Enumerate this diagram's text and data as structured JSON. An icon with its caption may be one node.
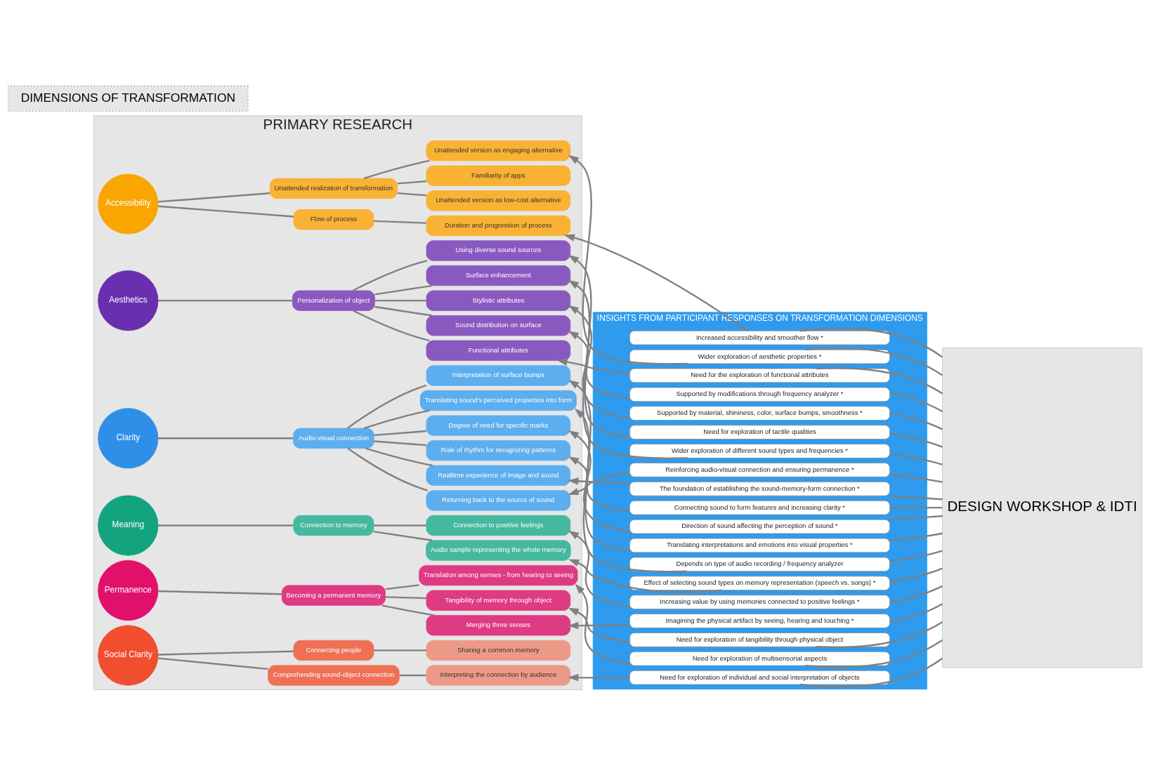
{
  "diagram": {
    "nodes": [
      {
        "text": [
          "PRIMARY RESEARCH"
        ]
      },
      {
        "text": [
          "DIMENSIONS OF TRANSFORMATION"
        ]
      },
      {
        "text": [
          "Accessibility"
        ],
        "in": 0
      },
      {
        "text": [
          "Flow of process"
        ],
        "in": 0
      },
      {
        "text": [
          "Unattended realization of transformation"
        ],
        "in": 0
      },
      {
        "text": [
          "Duration and progression of process"
        ],
        "in": 0
      },
      {
        "text": [
          "Unattended version as low-cost alternative"
        ],
        "in": 0
      },
      {
        "text": [
          "Familiarity of apps"
        ],
        "in": 0
      },
      {
        "text": [
          "Unattended version as engaging alternative"
        ],
        "in": 0
      },
      {
        "text": [
          "Aesthetics"
        ],
        "in": 0
      },
      {
        "text": [
          "Personalization of object"
        ],
        "in": 0
      },
      {
        "text": [
          "Functional attributes"
        ],
        "in": 0
      },
      {
        "text": [
          "Sound distribution on surface"
        ],
        "in": 0
      },
      {
        "text": [
          "Stylistic attributes"
        ],
        "in": 0
      },
      {
        "text": [
          "Surface enhancement"
        ],
        "in": 0
      },
      {
        "text": [
          "Using diverse sound sources"
        ],
        "in": 0
      },
      {
        "text": [
          "Clarity"
        ],
        "in": 0
      },
      {
        "text": [
          "Audio-visual connection"
        ],
        "in": 0
      },
      {
        "text": [
          "Returning back to the source of sound"
        ],
        "in": 0
      },
      {
        "text": [
          "Realtime experience of image and sound"
        ],
        "in": 0
      },
      {
        "text": [
          "Role of rhythm for recognizing patterns"
        ],
        "in": 0
      },
      {
        "text": [
          "Degree of need for specific marks"
        ],
        "in": 0
      },
      {
        "text": [
          "Translating sound's perceived properties into form"
        ],
        "in": 0
      },
      {
        "text": [
          "Interpretation of surface bumps"
        ],
        "in": 0
      },
      {
        "text": [
          "Meaning"
        ],
        "in": 0
      },
      {
        "text": [
          "Connection to memory"
        ],
        "in": 0
      },
      {
        "text": [
          "Audio sample representing the whole memory"
        ],
        "in": 0
      },
      {
        "text": [
          "Connection to positive feelings"
        ],
        "in": 0
      },
      {
        "text": [
          "Permanence"
        ],
        "in": 0
      },
      {
        "text": [
          "Becoming a permanent memory"
        ],
        "in": 0
      },
      {
        "text": [
          "Merging three senses"
        ],
        "in": 0
      },
      {
        "text": [
          "Tangibility of memory through object"
        ],
        "in": 0
      },
      {
        "text": [
          "Translation among senses - from hearing to seeing"
        ],
        "in": 0
      },
      {
        "text": [
          "Social Clarity"
        ],
        "in": 0
      },
      {
        "text": [
          "Comprehending sound-object connection"
        ],
        "in": 0
      },
      {
        "text": [
          "Connecting people"
        ],
        "in": 0
      },
      {
        "text": [
          "Interpreting the connection by audience"
        ],
        "in": 0
      },
      {
        "text": [
          "Sharing a common memory"
        ],
        "in": 0
      },
      {
        "text": [
          "INSIGHTS FROM PARTICIPANT RESPONSES ON TRANSFORMATION DIMENSIONS"
        ]
      },
      {
        "text": [
          "Increased accessibility and smoother flow *"
        ],
        "in": 38
      },
      {
        "text": [
          "Wider exploration of aesthetic properties *"
        ],
        "in": 38
      },
      {
        "text": [
          "Need for the exploration of functional attributes"
        ],
        "in": 38
      },
      {
        "text": [
          "Supported by modifications through frequency analyzer *"
        ],
        "in": 38
      },
      {
        "text": [
          "Supported by material, shininess, color, surface bumps, smoothness *"
        ],
        "in": 38
      },
      {
        "text": [
          "Need for exploration of tactile qualities"
        ],
        "in": 38
      },
      {
        "text": [
          "Wider exploration of different sound types and frequencies *"
        ],
        "in": 38
      },
      {
        "text": [
          "Reinforcing audio-visual connection and ensuring permanence *"
        ],
        "in": 38
      },
      {
        "text": [
          "The foundation of establishing the sound-memory-form connection *"
        ],
        "in": 38
      },
      {
        "text": [
          "Connecting sound to form features and increasing clarity *"
        ],
        "in": 38
      },
      {
        "text": [
          "Direction of sound affecting the perception of sound *"
        ],
        "in": 38
      },
      {
        "text": [
          "Translating interpretations and emotions into visual properties *"
        ],
        "in": 38
      },
      {
        "text": [
          "Depends on type of audio recording / frequency analyzer"
        ],
        "in": 38
      },
      {
        "text": [
          "Effect of selecting sound types on memory representation (speech vs. songs) *"
        ],
        "in": 38
      },
      {
        "text": [
          "Increasing value by using memories connected to positive feelings *"
        ],
        "in": 38
      },
      {
        "text": [
          "Imagining the physical artifact by seeing, hearing and touching *"
        ],
        "in": 38
      },
      {
        "text": [
          "Need for exploration of tangibility through physical object"
        ],
        "in": 38
      },
      {
        "text": [
          "Need for exploration of multisensorial aspects"
        ],
        "in": 38
      },
      {
        "text": [
          "Need for exploration of individual and social interpretation of objects"
        ],
        "in": 38
      },
      {
        "text": [
          "DESIGN WORKSHOP & IDTI"
        ]
      }
    ],
    "edges": [
      {
        "from": 2,
        "to": 3,
        "arrow": "none"
      },
      {
        "from": 2,
        "to": 4,
        "arrow": "none"
      },
      {
        "from": 3,
        "to": 5,
        "arrow": "none"
      },
      {
        "from": 4,
        "to": 6,
        "arrow": "none"
      },
      {
        "from": 4,
        "to": 7,
        "arrow": "none"
      },
      {
        "from": 4,
        "to": 8,
        "arrow": "none"
      },
      {
        "from": 9,
        "to": 10,
        "arrow": "none"
      },
      {
        "from": 10,
        "to": 11,
        "arrow": "none"
      },
      {
        "from": 10,
        "to": 12,
        "arrow": "none"
      },
      {
        "from": 10,
        "to": 13,
        "arrow": "none"
      },
      {
        "from": 10,
        "to": 14,
        "arrow": "none"
      },
      {
        "from": 10,
        "to": 15,
        "arrow": "none"
      },
      {
        "from": 16,
        "to": 17,
        "arrow": "none"
      },
      {
        "from": 17,
        "to": 18,
        "arrow": "none"
      },
      {
        "from": 17,
        "to": 19,
        "arrow": "none"
      },
      {
        "from": 17,
        "to": 20,
        "arrow": "none"
      },
      {
        "from": 17,
        "to": 21,
        "arrow": "none"
      },
      {
        "from": 17,
        "to": 22,
        "arrow": "none"
      },
      {
        "from": 17,
        "to": 23,
        "arrow": "none"
      },
      {
        "from": 24,
        "to": 25,
        "arrow": "none"
      },
      {
        "from": 25,
        "to": 26,
        "arrow": "none"
      },
      {
        "from": 25,
        "to": 27,
        "arrow": "none"
      },
      {
        "from": 28,
        "to": 29,
        "arrow": "none"
      },
      {
        "from": 29,
        "to": 30,
        "arrow": "none"
      },
      {
        "from": 29,
        "to": 31,
        "arrow": "none"
      },
      {
        "from": 29,
        "to": 32,
        "arrow": "none"
      },
      {
        "from": 33,
        "to": 34,
        "arrow": "none"
      },
      {
        "from": 33,
        "to": 35,
        "arrow": "none"
      },
      {
        "from": 34,
        "to": 36,
        "arrow": "none"
      },
      {
        "from": 35,
        "to": 37,
        "arrow": "none"
      },
      {
        "from": 39,
        "to": 5,
        "arrow": "to"
      },
      {
        "from": 40,
        "to": 8,
        "arrow": "to"
      },
      {
        "from": 41,
        "to": 11,
        "arrow": "to"
      },
      {
        "from": 42,
        "to": 12,
        "arrow": "to"
      },
      {
        "from": 43,
        "to": 13,
        "arrow": "to"
      },
      {
        "from": 44,
        "to": 14,
        "arrow": "to"
      },
      {
        "from": 45,
        "to": 15,
        "arrow": "to"
      },
      {
        "from": 46,
        "to": 18,
        "arrow": "to"
      },
      {
        "from": 47,
        "to": 19,
        "arrow": "to"
      },
      {
        "from": 48,
        "to": 20,
        "arrow": "to"
      },
      {
        "from": 49,
        "to": 21,
        "arrow": "to"
      },
      {
        "from": 50,
        "to": 22,
        "arrow": "to"
      },
      {
        "from": 51,
        "to": 23,
        "arrow": "to"
      },
      {
        "from": 52,
        "to": 26,
        "arrow": "to"
      },
      {
        "from": 53,
        "to": 27,
        "arrow": "to"
      },
      {
        "from": 54,
        "to": 30,
        "arrow": "to"
      },
      {
        "from": 55,
        "to": 31,
        "arrow": "to"
      },
      {
        "from": 56,
        "to": 32,
        "arrow": "to"
      },
      {
        "from": 57,
        "to": 36,
        "arrow": "to"
      },
      {
        "from": 39,
        "to": 58,
        "arrow": "none"
      },
      {
        "from": 40,
        "to": 58,
        "arrow": "none"
      },
      {
        "from": 41,
        "to": 58,
        "arrow": "none"
      },
      {
        "from": 42,
        "to": 58,
        "arrow": "none"
      },
      {
        "from": 43,
        "to": 58,
        "arrow": "none"
      },
      {
        "from": 44,
        "to": 58,
        "arrow": "none"
      },
      {
        "from": 45,
        "to": 58,
        "arrow": "none"
      },
      {
        "from": 46,
        "to": 58,
        "arrow": "none"
      },
      {
        "from": 47,
        "to": 58,
        "arrow": "none"
      },
      {
        "from": 48,
        "to": 58,
        "arrow": "none"
      },
      {
        "from": 49,
        "to": 58,
        "arrow": "none"
      },
      {
        "from": 50,
        "to": 58,
        "arrow": "none"
      },
      {
        "from": 51,
        "to": 58,
        "arrow": "none"
      },
      {
        "from": 52,
        "to": 58,
        "arrow": "none"
      },
      {
        "from": 53,
        "to": 58,
        "arrow": "none"
      },
      {
        "from": 54,
        "to": 58,
        "arrow": "none"
      },
      {
        "from": 55,
        "to": 58,
        "arrow": "none"
      },
      {
        "from": 56,
        "to": 58,
        "arrow": "none"
      },
      {
        "from": 57,
        "to": 58,
        "arrow": "none"
      }
    ]
  }
}
